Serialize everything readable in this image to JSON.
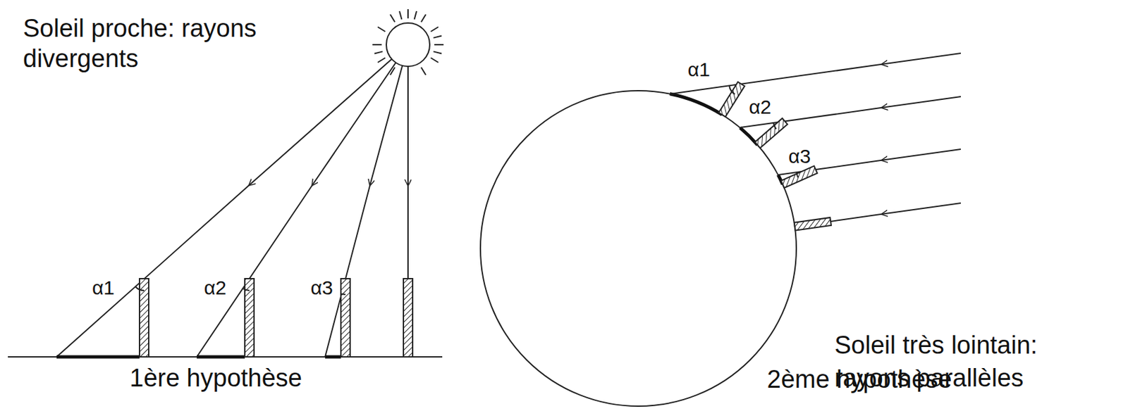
{
  "diagram": {
    "labels": [
      "Soleil proche: rayons divergents",
      "α1",
      "α2",
      "α3",
      "1ère hypothèse",
      "α1",
      "α2",
      "α3",
      "Soleil très lointain: rayons parallèles",
      "2ème hypothèse"
    ]
  }
}
